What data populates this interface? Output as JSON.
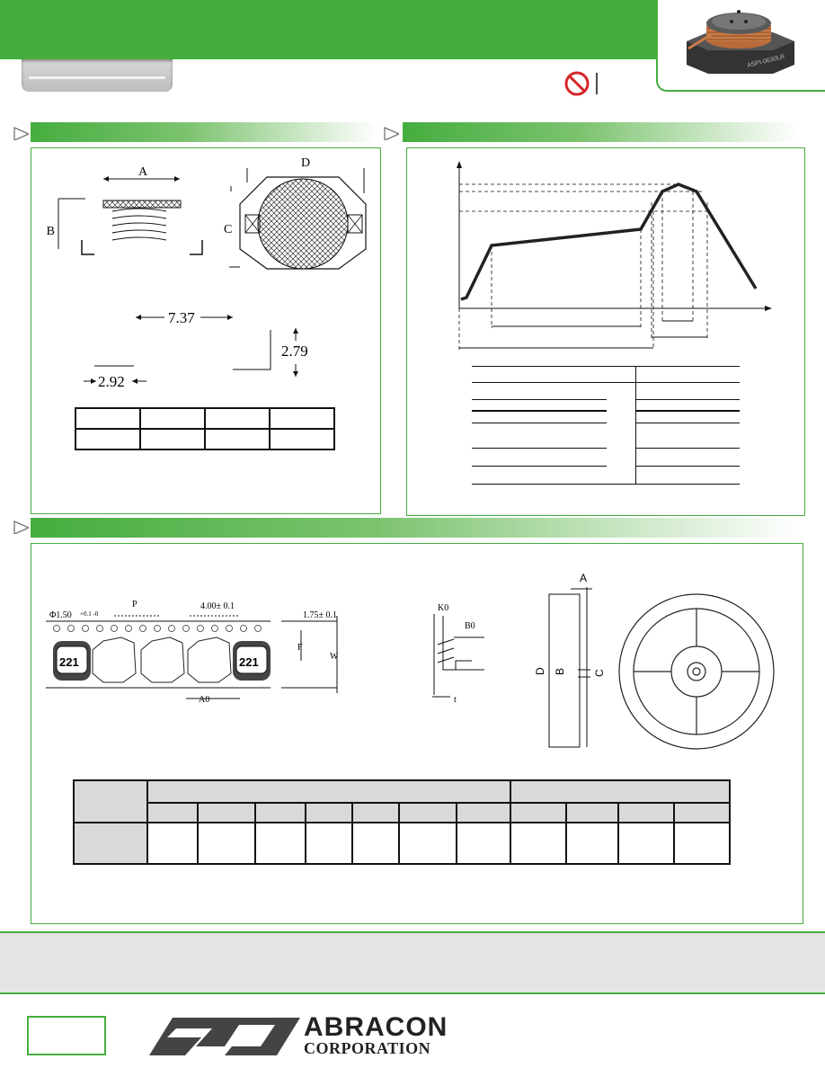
{
  "dimensions": {
    "drawing_labels": {
      "a": "A",
      "b": "B",
      "c": "C",
      "d": "D"
    },
    "pad_length": "7.37",
    "pad_height": "2.79",
    "pad_gap": "2.92"
  },
  "reflow": {},
  "tape": {
    "hole_dia": "Φ1.50",
    "hole_dia_tol": "+0.1\n-0",
    "pitch_label": "P",
    "pitch_4": "4.00± 0.1",
    "edge": "1.75± 0.1",
    "f_label": "F",
    "w_label": "W",
    "a0_label": "A0",
    "k0_label": "K0",
    "b0_label": "B0",
    "t_label": "t",
    "part_marking": "221"
  },
  "reel": {
    "a": "A",
    "b": "B",
    "c": "C",
    "d": "D"
  },
  "component_marking": "ASPI-0630LR",
  "logo": {
    "line1": "ABRACON",
    "line2": "CORPORATION"
  },
  "colors": {
    "brand_green": "#45ad3f",
    "prohibit_red": "#d6262b"
  }
}
